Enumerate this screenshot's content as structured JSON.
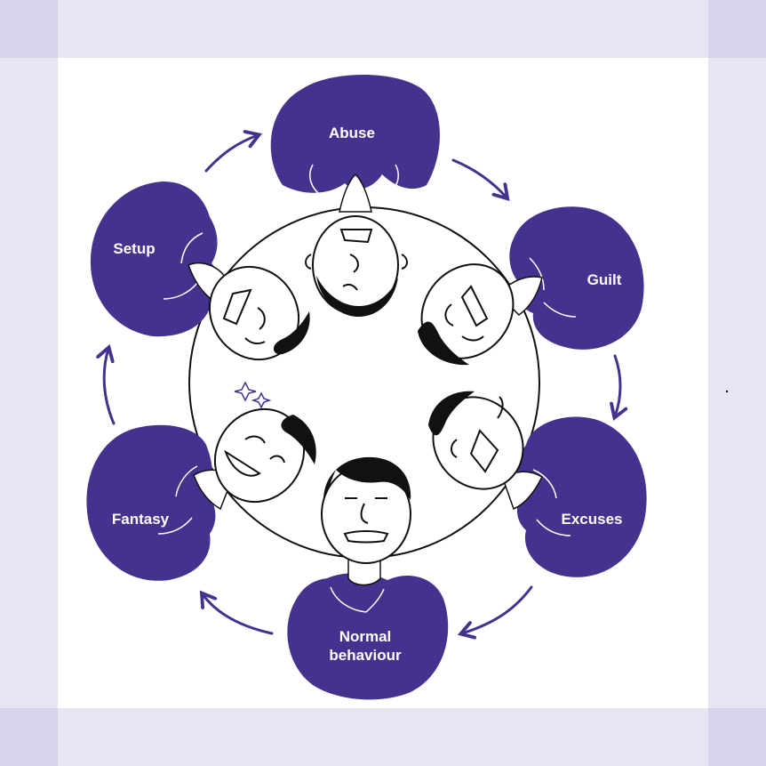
{
  "diagram": {
    "stages": [
      {
        "name": "abuse",
        "label": "Abuse"
      },
      {
        "name": "guilt",
        "label": "Guilt"
      },
      {
        "name": "excuses",
        "label": "Excuses"
      },
      {
        "name": "normal",
        "label": "Normal",
        "label2": "behaviour"
      },
      {
        "name": "fantasy",
        "label": "Fantasy"
      },
      {
        "name": "setup",
        "label": "Setup"
      }
    ],
    "colors": {
      "accent": "#45328f",
      "background_band": "#e7e5f4",
      "corner": "#d6d3ea",
      "panel": "#ffffff",
      "ink": "#111111"
    }
  }
}
